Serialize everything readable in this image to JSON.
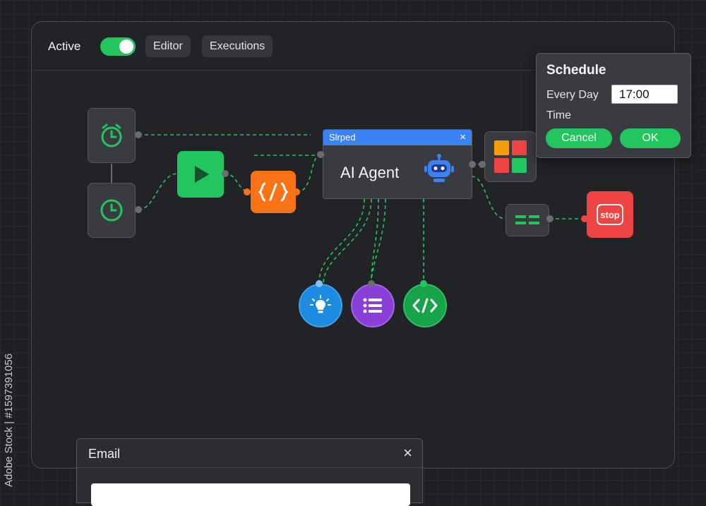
{
  "header": {
    "active_label": "Active",
    "active_on": true,
    "tabs": [
      {
        "label": "Editor"
      },
      {
        "label": "Executions"
      }
    ]
  },
  "agent_node": {
    "header_label": "Slrped",
    "close_glyph": "×",
    "title": "AI Agent",
    "icon": "robot-icon"
  },
  "stop_node": {
    "label": "stop"
  },
  "schedule": {
    "title": "Schedule",
    "every_day_label": "Every Day",
    "time_value": "17:00",
    "time_label": "Time",
    "cancel_label": "Cancel",
    "ok_label": "OK"
  },
  "email_panel": {
    "title": "Email",
    "close_glyph": "×"
  },
  "watermark": {
    "text": "Adobe Stock | #1597391056"
  },
  "colors": {
    "accent_green": "#22c55e",
    "accent_blue": "#3b82f6",
    "code_orange": "#f97316",
    "stop_red": "#ef4444",
    "memory_purple": "#8b3fd9",
    "tool_green": "#16a34a",
    "idea_blue": "#1d8be0"
  }
}
